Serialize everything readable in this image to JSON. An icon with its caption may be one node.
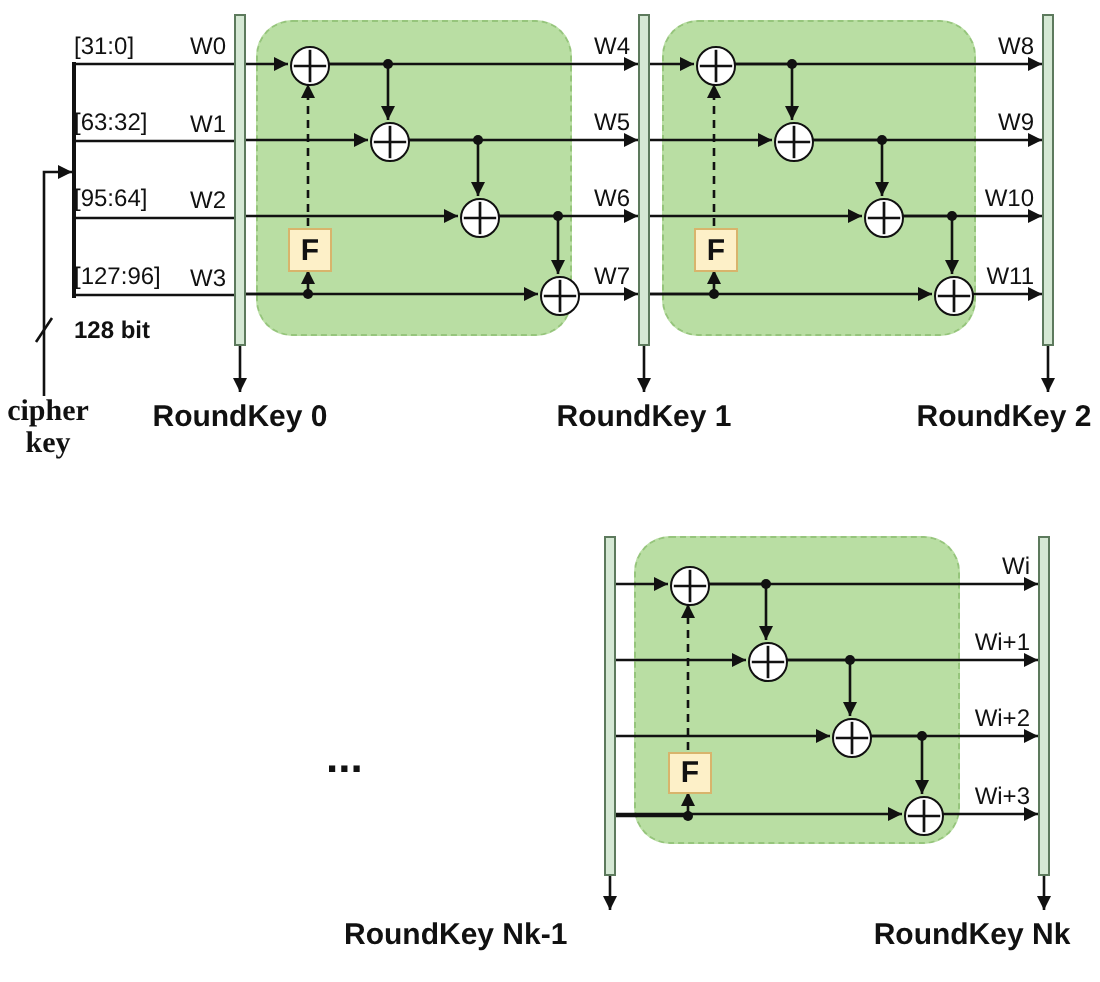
{
  "diagram": {
    "nodes": [
      {
        "text": [],
        "shape": "bar"
      },
      {
        "text": [],
        "shape": "box"
      },
      {
        "text": [],
        "shape": "circle",
        "in": 1
      },
      {
        "text": [],
        "shape": "circle",
        "in": 1
      },
      {
        "text": [],
        "shape": "circle",
        "in": 1
      },
      {
        "text": [],
        "shape": "circle",
        "in": 1
      },
      {
        "text": [
          "F"
        ],
        "in": 1
      },
      {
        "text": [],
        "shape": "bar"
      },
      {
        "text": [],
        "shape": "box"
      },
      {
        "text": [],
        "shape": "circle",
        "in": 8
      },
      {
        "text": [],
        "shape": "circle",
        "in": 8
      },
      {
        "text": [],
        "shape": "circle",
        "in": 8
      },
      {
        "text": [],
        "shape": "circle",
        "in": 8
      },
      {
        "text": [
          "F"
        ],
        "in": 8
      },
      {
        "text": [],
        "shape": "bar"
      },
      {
        "text": [
          "cipher key"
        ]
      },
      {
        "text": [
          "RoundKey 0"
        ]
      },
      {
        "text": [
          "RoundKey 1"
        ]
      },
      {
        "text": [
          "RoundKey 2"
        ]
      },
      {
        "text": [],
        "shape": "bar"
      },
      {
        "text": [],
        "shape": "box"
      },
      {
        "text": [],
        "shape": "circle",
        "in": 20
      },
      {
        "text": [],
        "shape": "circle",
        "in": 20
      },
      {
        "text": [],
        "shape": "circle",
        "in": 20
      },
      {
        "text": [],
        "shape": "circle",
        "in": 20
      },
      {
        "text": [
          "F"
        ],
        "in": 20
      },
      {
        "text": [],
        "shape": "bar"
      },
      {
        "text": [
          "RoundKey Nk-1"
        ]
      },
      {
        "text": [
          "RoundKey Nk"
        ]
      },
      {
        "text": [],
        "shape": "line"
      }
    ],
    "edges": [
      {
        "from": 15,
        "to": 29,
        "arrow": "to"
      },
      {
        "from": 29,
        "to": 0,
        "arrow": "none",
        "label": "W0"
      },
      {
        "from": 29,
        "to": 0,
        "arrow": "none",
        "label": "W1"
      },
      {
        "from": 29,
        "to": 0,
        "arrow": "none",
        "label": "W2"
      },
      {
        "from": 29,
        "to": 0,
        "arrow": "none",
        "label": "W3"
      },
      {
        "from": 0,
        "to": 2,
        "arrow": "to"
      },
      {
        "from": 0,
        "to": 3,
        "arrow": "to"
      },
      {
        "from": 0,
        "to": 4,
        "arrow": "to"
      },
      {
        "from": 0,
        "to": 5,
        "arrow": "to"
      },
      {
        "from": 0,
        "to": 6,
        "arrow": "to"
      },
      {
        "from": 6,
        "to": 2,
        "arrow": "to",
        "style": "dashed"
      },
      {
        "from": 2,
        "to": 7,
        "arrow": "to",
        "label": "W4"
      },
      {
        "from": 2,
        "to": 3,
        "arrow": "to"
      },
      {
        "from": 3,
        "to": 7,
        "arrow": "to",
        "label": "W5"
      },
      {
        "from": 3,
        "to": 4,
        "arrow": "to"
      },
      {
        "from": 4,
        "to": 7,
        "arrow": "to",
        "label": "W6"
      },
      {
        "from": 4,
        "to": 5,
        "arrow": "to"
      },
      {
        "from": 5,
        "to": 7,
        "arrow": "to",
        "label": "W7"
      },
      {
        "from": 7,
        "to": 9,
        "arrow": "to"
      },
      {
        "from": 7,
        "to": 10,
        "arrow": "to"
      },
      {
        "from": 7,
        "to": 11,
        "arrow": "to"
      },
      {
        "from": 7,
        "to": 12,
        "arrow": "to"
      },
      {
        "from": 7,
        "to": 13,
        "arrow": "to"
      },
      {
        "from": 13,
        "to": 9,
        "arrow": "to",
        "style": "dashed"
      },
      {
        "from": 9,
        "to": 14,
        "arrow": "to",
        "label": "W8"
      },
      {
        "from": 9,
        "to": 10,
        "arrow": "to"
      },
      {
        "from": 10,
        "to": 14,
        "arrow": "to",
        "label": "W9"
      },
      {
        "from": 10,
        "to": 11,
        "arrow": "to"
      },
      {
        "from": 11,
        "to": 14,
        "arrow": "to",
        "label": "W10"
      },
      {
        "from": 11,
        "to": 12,
        "arrow": "to"
      },
      {
        "from": 12,
        "to": 14,
        "arrow": "to",
        "label": "W11"
      },
      {
        "from": 0,
        "to": 16,
        "arrow": "to"
      },
      {
        "from": 7,
        "to": 17,
        "arrow": "to"
      },
      {
        "from": 14,
        "to": 18,
        "arrow": "to"
      },
      {
        "from": 19,
        "to": 21,
        "arrow": "to"
      },
      {
        "from": 19,
        "to": 22,
        "arrow": "to"
      },
      {
        "from": 19,
        "to": 23,
        "arrow": "to"
      },
      {
        "from": 19,
        "to": 24,
        "arrow": "to"
      },
      {
        "from": 19,
        "to": 25,
        "arrow": "to"
      },
      {
        "from": 25,
        "to": 21,
        "arrow": "to",
        "style": "dashed"
      },
      {
        "from": 21,
        "to": 26,
        "arrow": "to",
        "label": "Wi"
      },
      {
        "from": 21,
        "to": 22,
        "arrow": "to"
      },
      {
        "from": 22,
        "to": 26,
        "arrow": "to",
        "label": "Wi+1"
      },
      {
        "from": 22,
        "to": 23,
        "arrow": "to"
      },
      {
        "from": 23,
        "to": 26,
        "arrow": "to",
        "label": "Wi+2"
      },
      {
        "from": 23,
        "to": 24,
        "arrow": "to"
      },
      {
        "from": 24,
        "to": 26,
        "arrow": "to",
        "label": "Wi+3"
      },
      {
        "from": 19,
        "to": 27,
        "arrow": "to"
      },
      {
        "from": 26,
        "to": 28,
        "arrow": "to"
      }
    ],
    "labels": [
      "[31:0]",
      "[63:32]",
      "[95:64]",
      "[127:96]",
      "128 bit",
      "..."
    ]
  }
}
